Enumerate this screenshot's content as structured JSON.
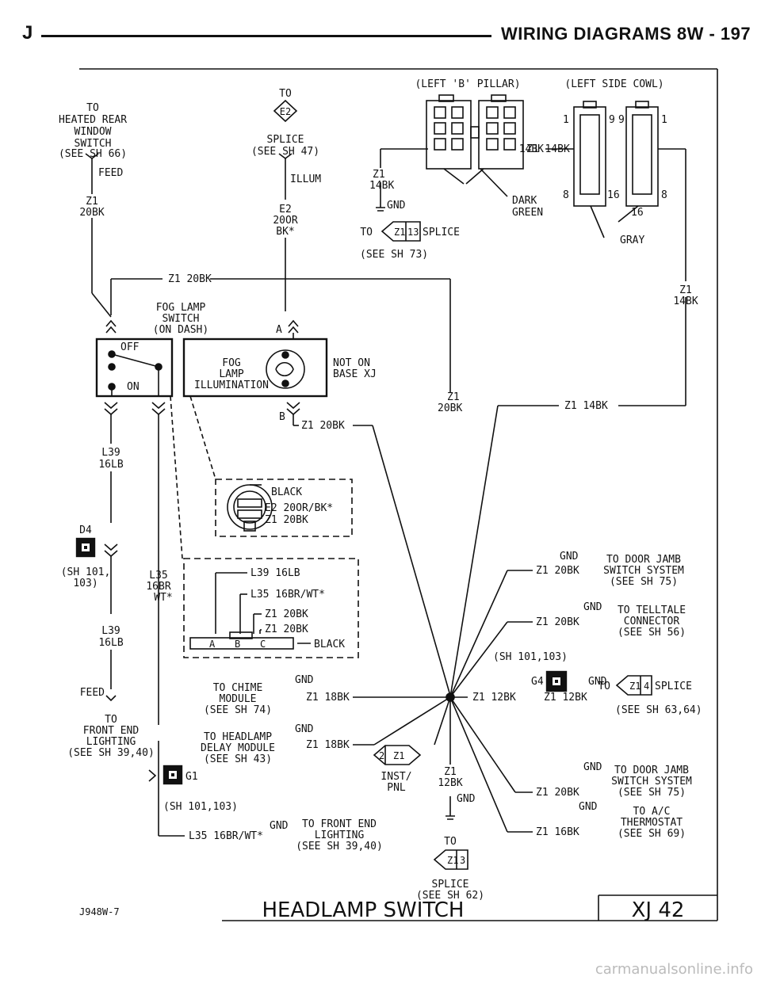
{
  "header": {
    "section": "J",
    "title": "WIRING DIAGRAMS   8W - 197"
  },
  "footer": {
    "code": "J948W-7",
    "title": "HEADLAMP SWITCH",
    "page": "XJ 42"
  },
  "watermark": "carmanualsonline.info",
  "labels": {
    "heated_rear": [
      "TO",
      "HEATED REAR",
      "WINDOW",
      "SWITCH",
      "(SEE SH 66)"
    ],
    "feed": "FEED",
    "z1_20bk_stack": [
      "Z1",
      "20BK"
    ],
    "to": "TO",
    "e2": "E2",
    "splice_47": [
      "SPLICE",
      "(SEE SH 47)"
    ],
    "illum": "ILLUM",
    "e2_stack": [
      "E2",
      "20OR",
      "BK*"
    ],
    "left_b_pillar": "(LEFT 'B' PILLAR)",
    "left_side_cowl": "(LEFT SIDE COWL)",
    "z1_14bk_stack": [
      "Z1",
      "14BK"
    ],
    "gnd": "GND",
    "to_splice_z1_13": [
      "TO",
      "Z1",
      "13",
      "SPLICE"
    ],
    "see_sh_73": "(SEE SH 73)",
    "z1_14bk_dark": "Z1 14BK",
    "dark_green": [
      "DARK",
      "GREEN"
    ],
    "cowl_pins": [
      "1",
      "9",
      "9",
      "1",
      "8",
      "16",
      "8",
      "16"
    ],
    "z1_14bk_left": "14BK",
    "gray": "GRAY",
    "z1_20bk_top": "Z1 20BK",
    "z1_14bk_right": [
      "Z1",
      "14BK"
    ],
    "fog_lamp_switch": [
      "FOG LAMP",
      "SWITCH",
      "(ON DASH)"
    ],
    "a": "A",
    "off": "OFF",
    "on": "ON",
    "fog_lamp_illum": [
      "FOG",
      "LAMP",
      "ILLUMINATION"
    ],
    "not_on": [
      "NOT ON",
      "BASE XJ"
    ],
    "b": "B",
    "z1_20bk_b": "Z1 20BK",
    "z1_20bk_mid": [
      "Z1",
      "20BK"
    ],
    "z1_14bk_mid": "Z1 14BK",
    "l39_16lb": [
      "L39",
      "16LB"
    ],
    "bulb_legend": [
      "BLACK",
      "E2 20OR/BK*",
      "Z1 20BK"
    ],
    "d4": "D4",
    "sh_101_103": [
      "(SH 101,",
      "103)"
    ],
    "l35_16br": [
      "L35",
      "16BR",
      "WT*"
    ],
    "conn_wires": [
      "L39 16LB",
      "L35 16BR/WT*",
      "Z1 20BK",
      "Z1 20BK"
    ],
    "conn_pins": [
      "A",
      "B",
      "C"
    ],
    "conn_black": "BLACK",
    "l39_16lb_2": [
      "L39",
      "16LB"
    ],
    "feed_2": "FEED",
    "to_front_end": [
      "TO",
      "FRONT END",
      "LIGHTING",
      "(SEE SH 39,40)"
    ],
    "to_chime": [
      "TO CHIME",
      "MODULE",
      "(SEE SH 74)"
    ],
    "z1_18bk_chime": "Z1 18BK",
    "to_headlamp": [
      "TO HEADLAMP",
      "DELAY MODULE",
      "(SEE SH 43)"
    ],
    "z1_18bk_hl": "Z1 18BK",
    "g1": "G1",
    "sh_101_103_b": "(SH 101,103)",
    "to_front_end_2": [
      "TO FRONT END",
      "LIGHTING",
      "(SEE SH 39,40)"
    ],
    "l35_16br_wt": "L35 16BR/WT*",
    "z2_inst": [
      "2",
      "Z1",
      "INST/",
      "PNL"
    ],
    "z1_12bk_gnd": [
      "Z1",
      "12BK"
    ],
    "to_splice_62": [
      "TO",
      "Z1",
      "3",
      "SPLICE",
      "(SEE SH 62)"
    ],
    "door_jamb_1": [
      "TO DOOR JAMB",
      "SWITCH SYSTEM",
      "(SEE SH 75)"
    ],
    "z1_20bk_dj1": "Z1 20BK",
    "telltale": [
      "TO TELLTALE",
      "CONNECTOR",
      "(SEE SH 56)"
    ],
    "z1_20bk_tt": "Z1 20BK",
    "sh_101_103_c": "(SH 101,103)",
    "g4": "G4",
    "z1_12bk_splice": "Z1 12BK",
    "z1_12bk_splice2": "Z1 12BK",
    "to_splice_z1_4": [
      "TO",
      "Z1",
      "4",
      "SPLICE",
      "(SEE SH 63,64)"
    ],
    "door_jamb_2": [
      "TO DOOR JAMB",
      "SWITCH SYSTEM",
      "(SEE SH 75)"
    ],
    "z1_20bk_dj2": "Z1 20BK",
    "ac": [
      "TO A/C",
      "THERMOSTAT",
      "(SEE SH 69)"
    ],
    "z1_16bk": "Z1 16BK"
  }
}
